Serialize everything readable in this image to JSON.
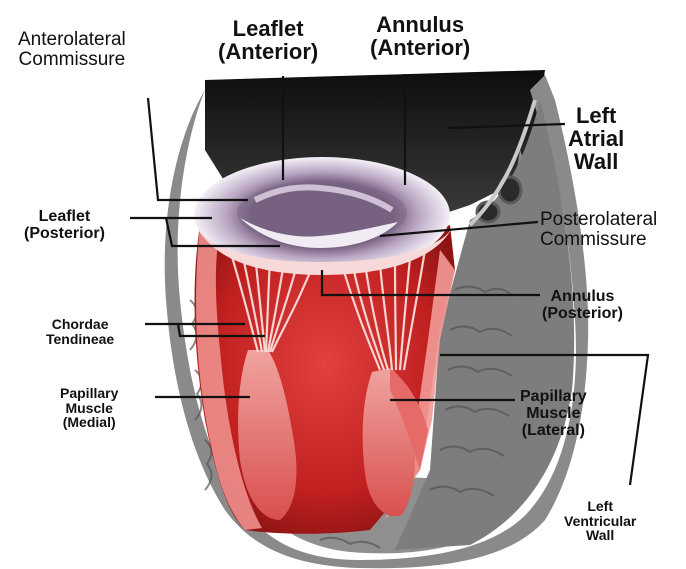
{
  "labels": {
    "anterolateral_commissure": [
      "Anterolateral",
      "Commissure"
    ],
    "leaflet_anterior": [
      "Leaflet",
      "(Anterior)"
    ],
    "annulus_anterior": [
      "Annulus",
      "(Anterior)"
    ],
    "left_atrial_wall": [
      "Left",
      "Atrial",
      "Wall"
    ],
    "leaflet_posterior": [
      "Leaflet",
      "(Posterior)"
    ],
    "posterolateral_commissure": [
      "Posterolateral",
      "Commissure"
    ],
    "annulus_posterior": [
      "Annulus",
      "(Posterior)"
    ],
    "chordae_tendineae": [
      "Chordae",
      "Tendineae"
    ],
    "papillary_muscle_medial": [
      "Papillary",
      "Muscle",
      "(Medial)"
    ],
    "papillary_muscle_lateral": [
      "Papillary",
      "Muscle",
      "(Lateral)"
    ],
    "left_ventricular_wall": [
      "Left",
      "Ventricular",
      "Wall"
    ]
  },
  "colors": {
    "myocardium": "#c8262a",
    "myocardium_light": "#ef8a88",
    "tissue_grey": "#8c8c8c",
    "atrium_dark": "#1a1a1a",
    "valve_ring": "#e9e3ee",
    "valve_inner": "#9d86a5",
    "leader_line": "#111111"
  }
}
